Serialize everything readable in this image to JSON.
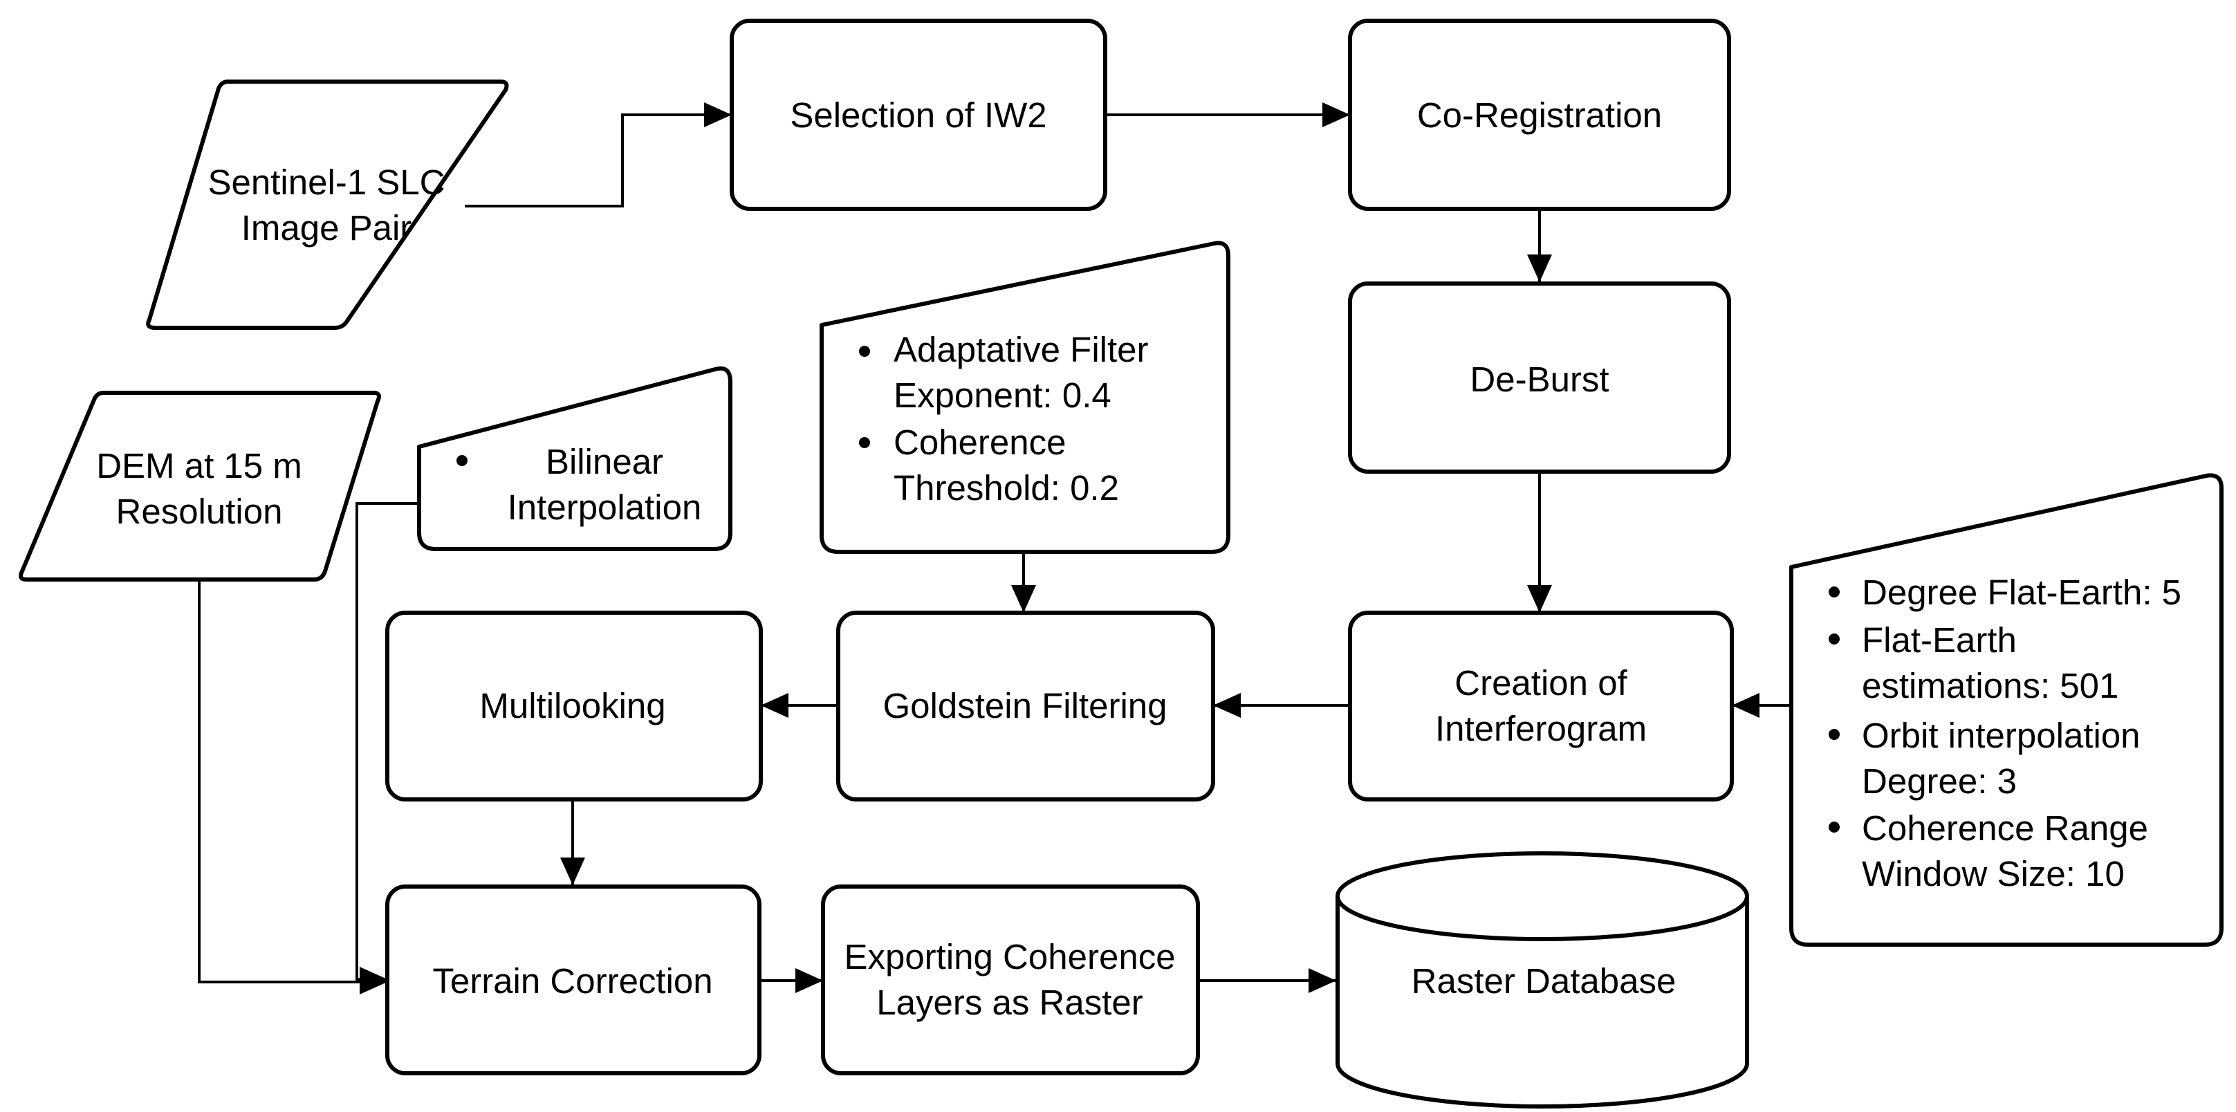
{
  "nodes": {
    "sentinel": "Sentinel-1 SLC\nImage Pair",
    "iw2": "Selection of IW2",
    "coreg": "Co-Registration",
    "deburst": "De-Burst",
    "dem": "DEM at 15 m\nResolution",
    "interferogram": "Creation of\nInterferogram",
    "goldstein": "Goldstein Filtering",
    "multilooking": "Multilooking",
    "terrain": "Terrain Correction",
    "exporting": "Exporting Coherence\nLayers as Raster",
    "raster_db": "Raster Database"
  },
  "notes": {
    "bilinear": [
      "Bilinear\nInterpolation"
    ],
    "goldstein_params": [
      "Adaptative Filter\nExponent: 0.4",
      "Coherence\nThreshold: 0.2"
    ],
    "interferogram_params": [
      "Degree Flat-Earth: 5",
      "Flat-Earth\nestimations: 501",
      "Orbit interpolation\nDegree: 3",
      "Coherence Range\nWindow Size: 10"
    ]
  }
}
